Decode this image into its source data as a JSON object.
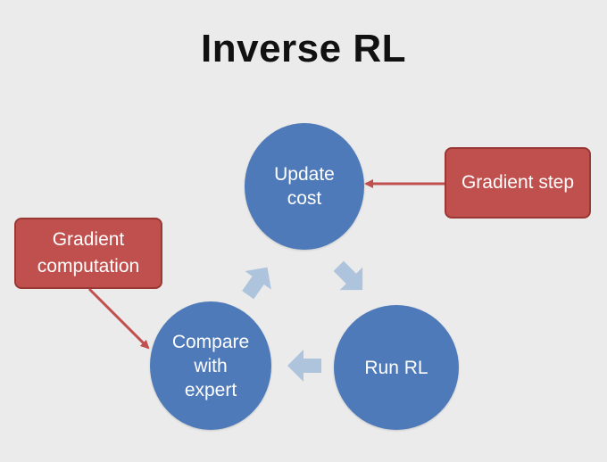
{
  "title": "Inverse RL",
  "nodes": {
    "update_cost": "Update\ncost",
    "run_rl": "Run RL",
    "compare_expert": "Compare\nwith\nexpert"
  },
  "callouts": {
    "gradient_step": "Gradient step",
    "gradient_computation": "Gradient\ncomputation"
  },
  "colors": {
    "background": "#ebebeb",
    "node_fill": "#4e7ab9",
    "callout_fill": "#c0504d",
    "callout_arrow": "#c0504d",
    "cycle_arrow": "#aec4dd"
  }
}
